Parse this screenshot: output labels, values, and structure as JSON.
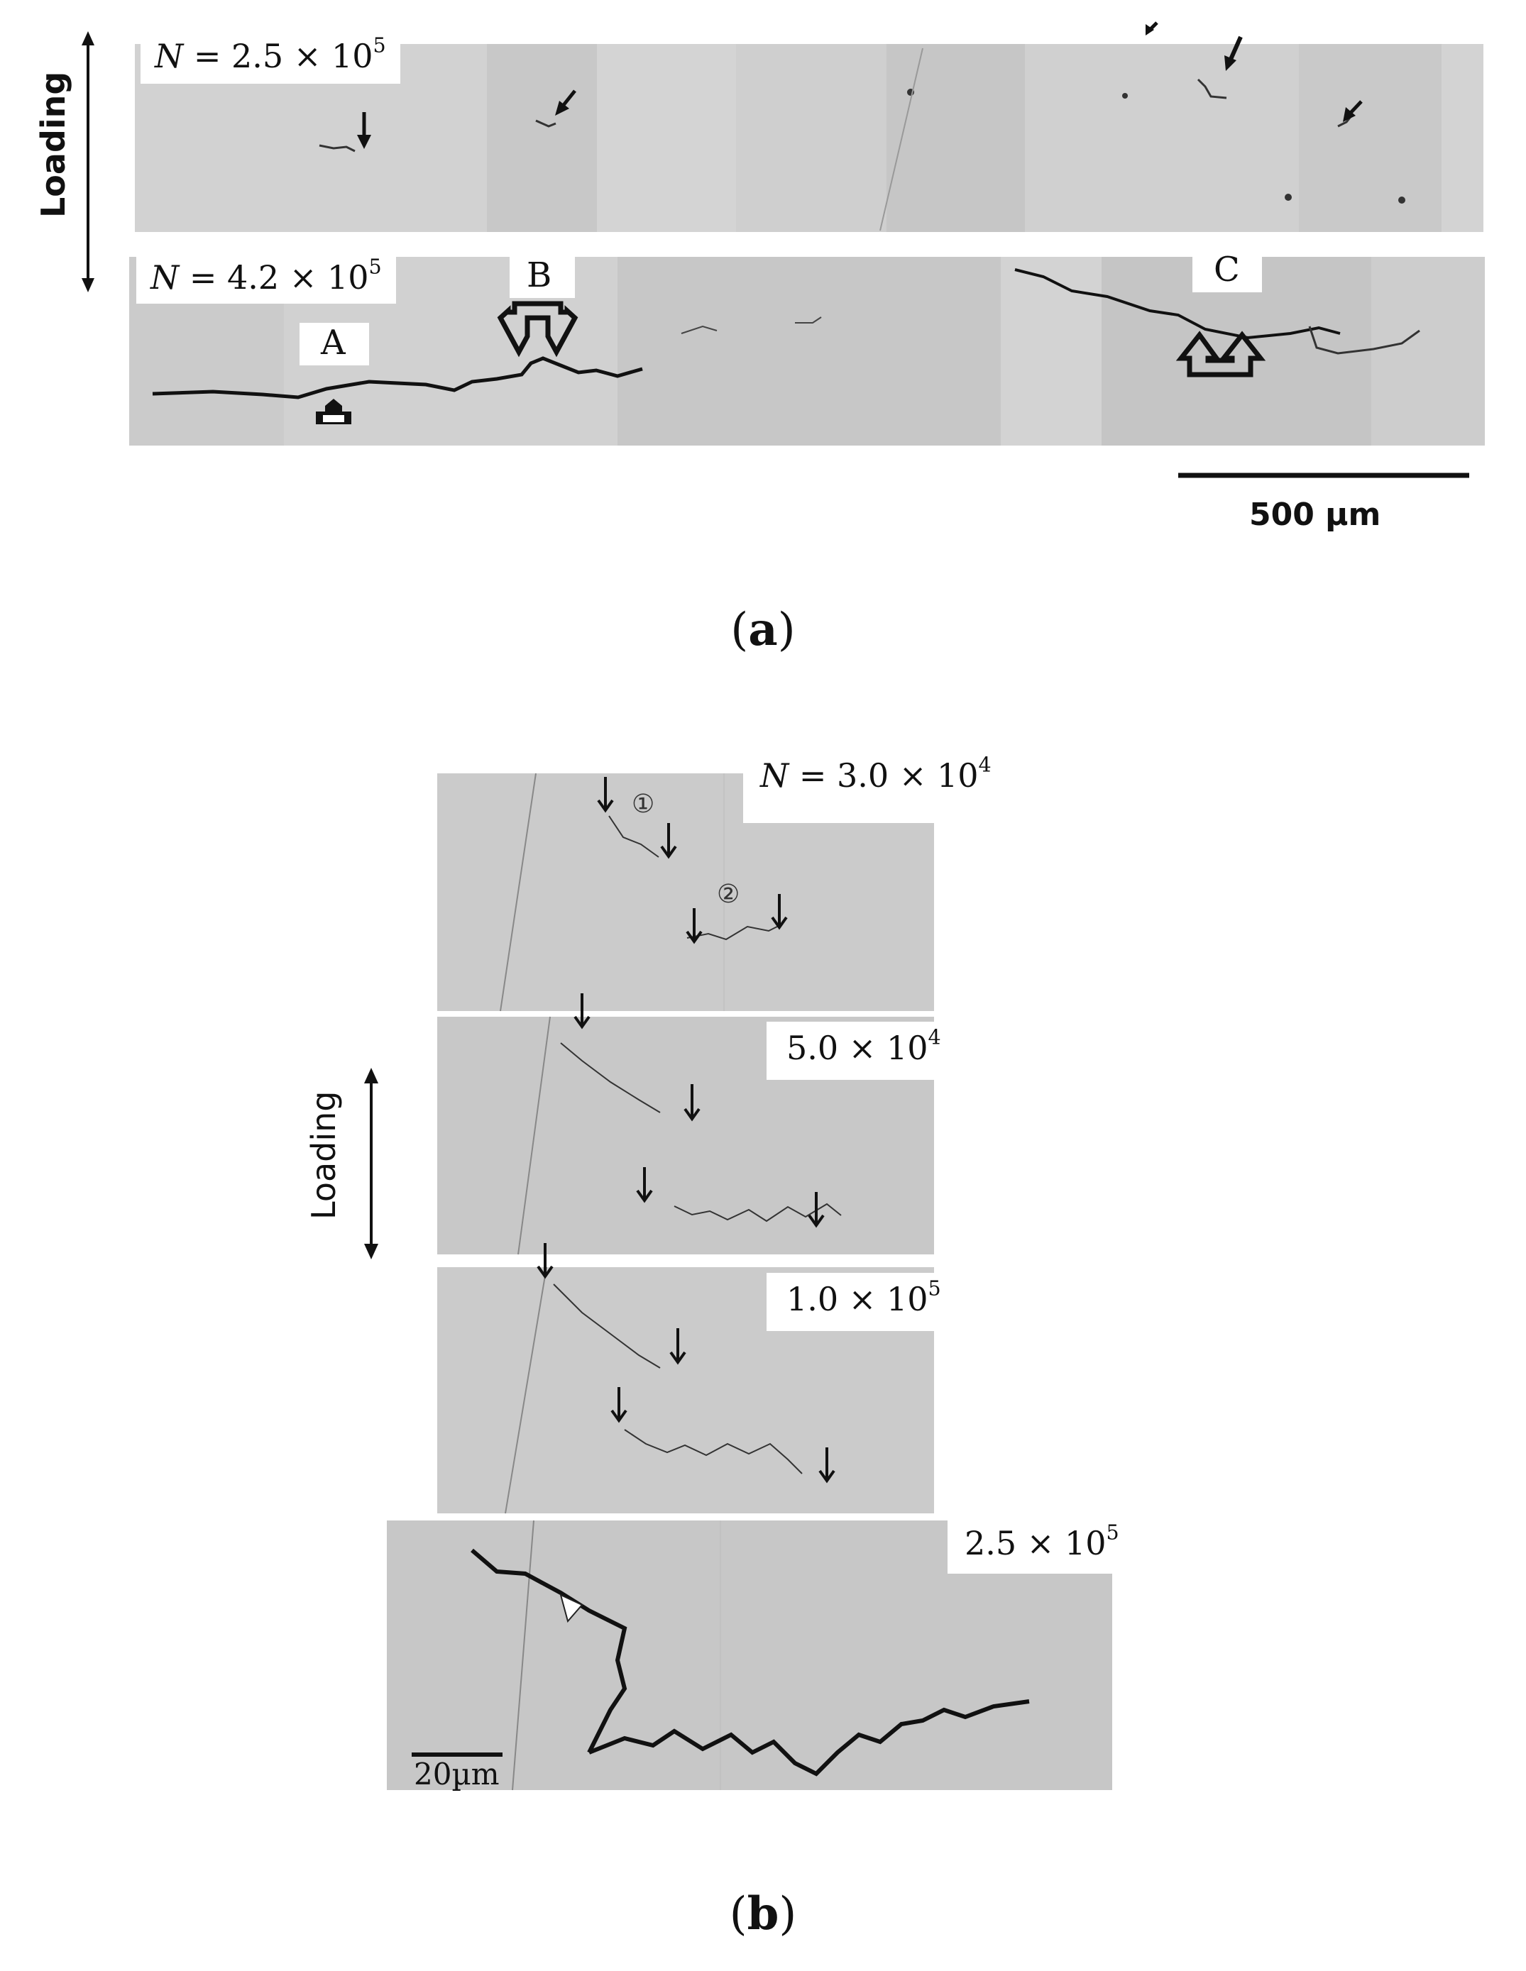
{
  "panel_a": {
    "panel_label": "a",
    "loading_label": "Loading",
    "strip_top_label": {
      "n": "N",
      "eq": " = 2.5 × 10",
      "exp": "5"
    },
    "strip_bottom_label": {
      "n": "N",
      "eq": " = 4.2 × 10",
      "exp": "5"
    },
    "marker_labels": [
      "A",
      "B",
      "C"
    ],
    "scale_bar_label": "500 µm"
  },
  "panel_b": {
    "panel_label": "b",
    "loading_label": "Loading",
    "frames": [
      {
        "prefix": "N",
        "eq": " = 3.0 × 10",
        "exp": "4"
      },
      {
        "prefix": "",
        "eq": "5.0 × 10",
        "exp": "4"
      },
      {
        "prefix": "",
        "eq": "1.0 × 10",
        "exp": "5"
      },
      {
        "prefix": "",
        "eq": "2.5 × 10",
        "exp": "5"
      }
    ],
    "crack_markers": [
      "①",
      "②"
    ],
    "scale_bar_label": "20µm"
  }
}
